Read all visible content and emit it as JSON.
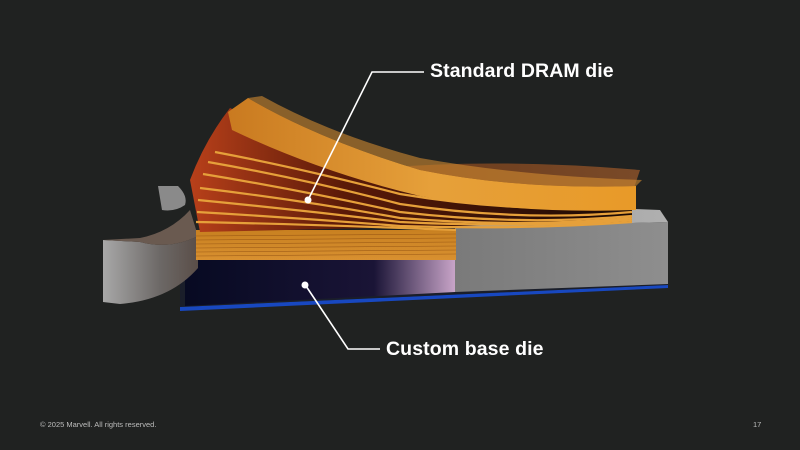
{
  "slide": {
    "background": "#202221",
    "page_number": "17",
    "footer": "© 2025 Marvell. All rights reserved."
  },
  "callouts": [
    {
      "label": "Standard DRAM die",
      "target": "dram-stack"
    },
    {
      "label": "Custom base die",
      "target": "base-die"
    }
  ],
  "colors": {
    "dram_orange": "#e49a2a",
    "dram_dark": "#7a3a10",
    "base_die_navy": "#0b0f2e",
    "substrate_blue": "#1848c0",
    "spacer_gray": "#8a8a8a",
    "leader_line": "#ffffff"
  }
}
